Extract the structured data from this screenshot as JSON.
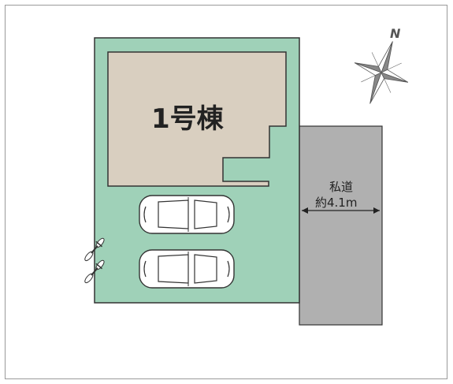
{
  "building": {
    "label": "1号棟"
  },
  "road": {
    "line1": "私道",
    "line2": "約4.1m"
  },
  "compass": {
    "north": "N"
  },
  "colors": {
    "lot": "#9fd1b8",
    "building": "#d9cfc0",
    "road": "#b0b0b0",
    "outline": "#333333"
  },
  "icons": [
    "car-icon",
    "car-icon",
    "bicycle-icon",
    "bicycle-icon",
    "compass-icon"
  ]
}
